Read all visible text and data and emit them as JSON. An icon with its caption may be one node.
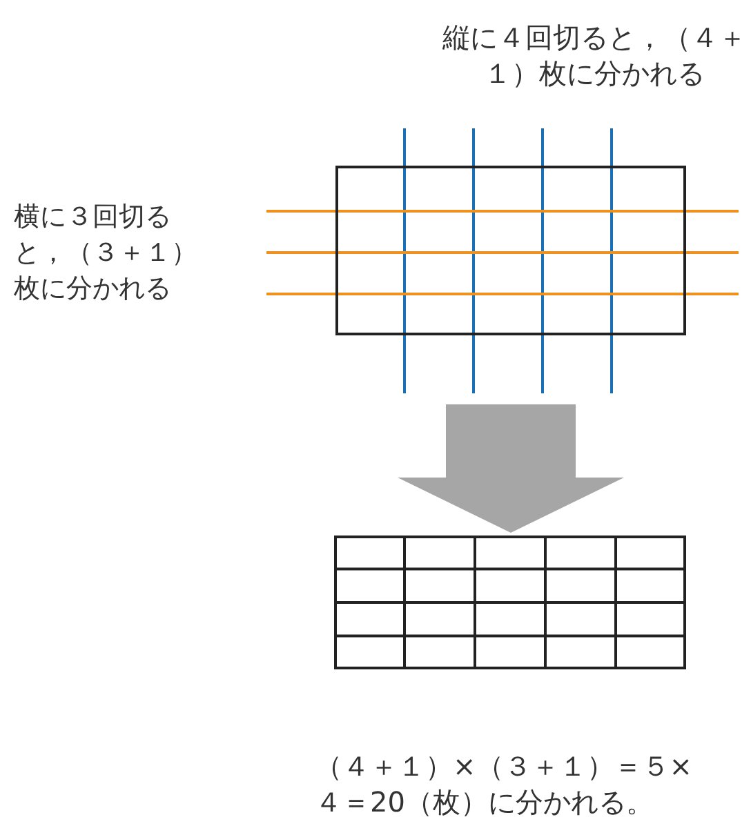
{
  "diagram": {
    "nodes": [
      {
        "text": [],
        "shape": "box"
      },
      {
        "text": [],
        "shape": "box"
      }
    ],
    "edges": [
      {
        "from": 0,
        "to": 1,
        "arrow": "to",
        "style": "thick",
        "color": "#a6a6a6"
      }
    ],
    "labels": [
      "縦に４回切ると，（４＋１）枚に分かれる",
      "横に３回切ると，（３＋１）枚に分かれる",
      "（４＋１）×（３＋１）＝５×４＝20（枚）に分かれる。"
    ]
  }
}
